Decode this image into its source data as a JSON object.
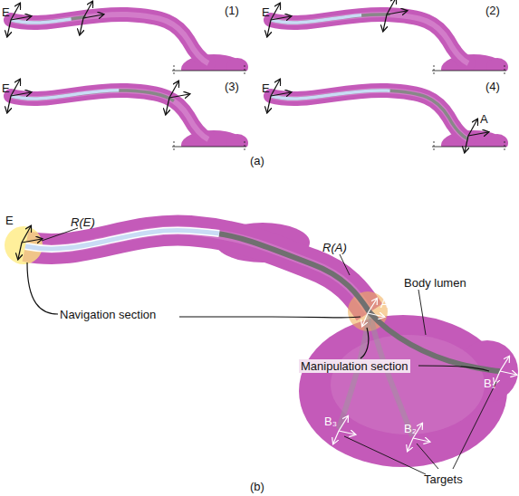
{
  "diagram": {
    "labels": [
      "(1)",
      "E",
      "(2)",
      "E",
      "(3)",
      "E",
      "(4)",
      "E",
      "A",
      "(a)",
      "E",
      "R(E)",
      "R(A)",
      "A",
      "Body lumen",
      "Navigation section",
      "Manipulation section",
      "B₁",
      "B₂",
      "B₃",
      "Targets",
      "(b)"
    ]
  }
}
